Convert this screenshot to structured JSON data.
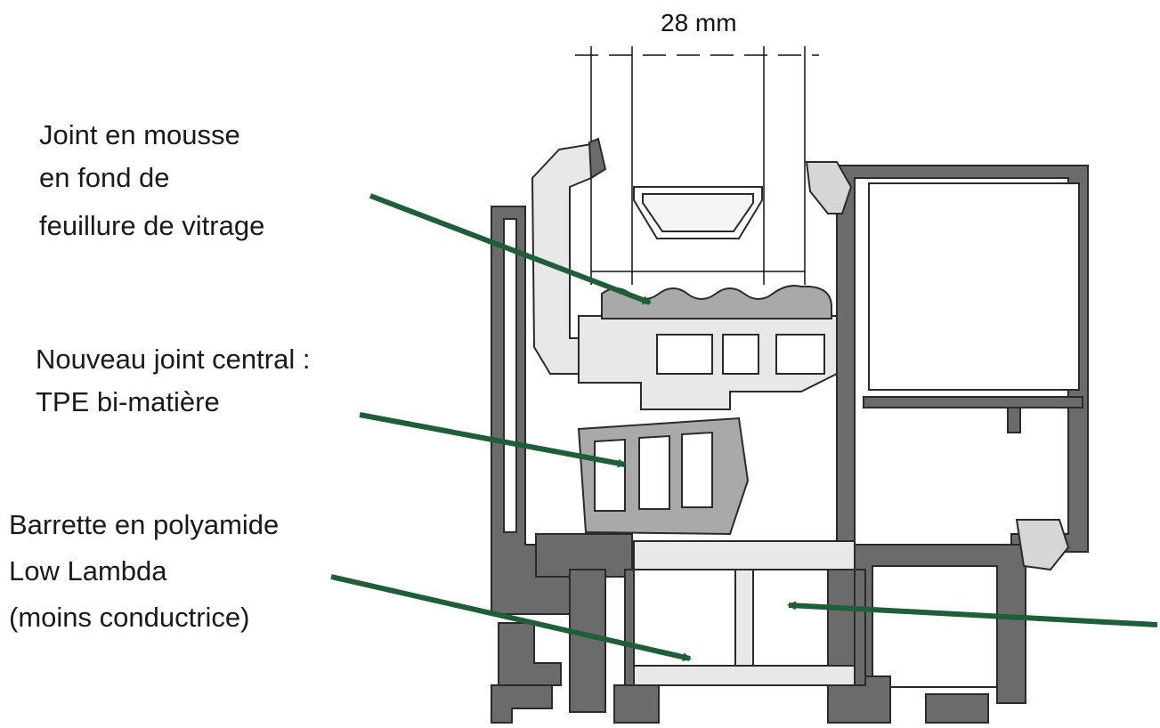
{
  "dimension": {
    "label": "28 mm"
  },
  "labels": {
    "foam_joint": [
      "Joint en mousse",
      "en fond de",
      "feuillure de vitrage"
    ],
    "central_joint": [
      "Nouveau joint central :",
      "TPE bi-matière"
    ],
    "polyamide": [
      "Barrette en polyamide",
      "Low Lambda",
      "(moins conductrice)"
    ]
  },
  "colors": {
    "arrow": "#1e5e38",
    "profile_dark": "#6b6b6b",
    "profile_light": "#e8e8e8",
    "gasket": "#a9a9a9",
    "outline": "#2a2a2a"
  }
}
